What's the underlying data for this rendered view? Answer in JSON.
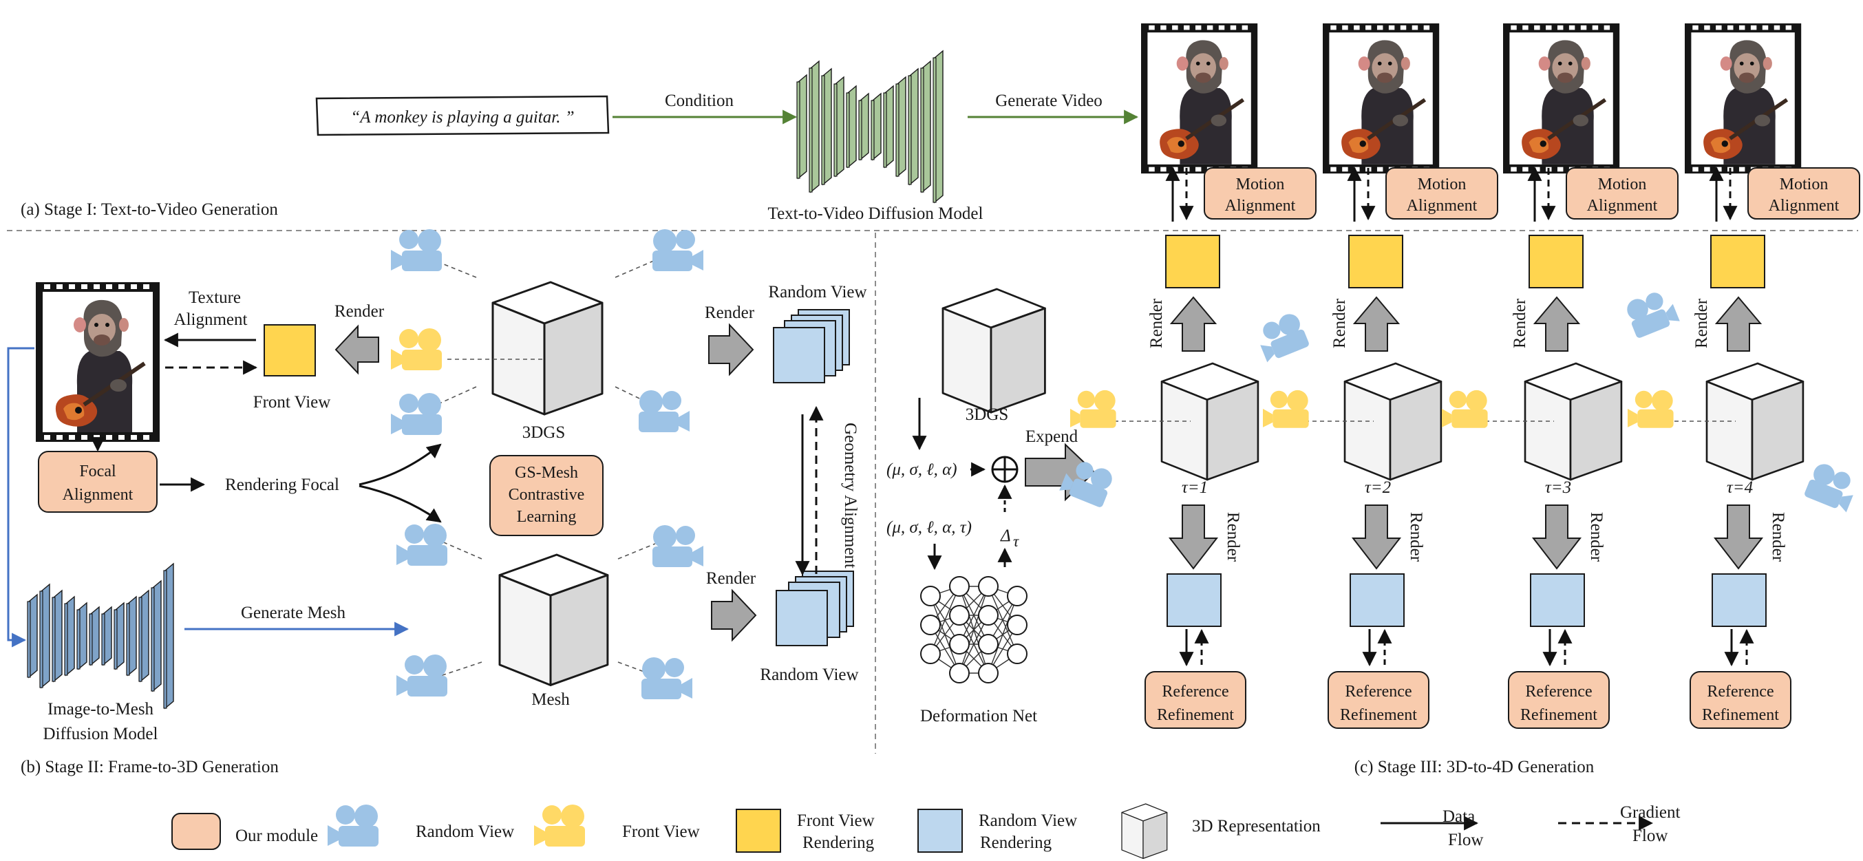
{
  "stage1": {
    "prompt": "“A monkey is playing a guitar. ”",
    "condition": "Condition",
    "generate_video": "Generate Video",
    "model_label": "Text-to-Video  Diffusion Model",
    "caption": "(a) Stage I: Text-to-Video Generation",
    "motion_line1": "Motion",
    "motion_line2": "Alignment"
  },
  "stage2": {
    "texture_line1": "Texture",
    "texture_line2": "Alignment",
    "render": "Render",
    "front_view": "Front View",
    "focal_line1": "Focal",
    "focal_line2": "Alignment",
    "rendering_focal": "Rendering Focal",
    "gs_line1": "GS-Mesh",
    "gs_line2": "Contrastive",
    "gs_line3": "Learning",
    "label_3dgs": "3DGS",
    "label_mesh": "Mesh",
    "random_view": "Random View",
    "geometry_alignment": "Geometry Alignment",
    "generate_mesh": "Generate Mesh",
    "i2m_line1": "Image-to-Mesh",
    "i2m_line2": "Diffusion Model",
    "caption": "(b) Stage II: Frame-to-3D Generation"
  },
  "stage3": {
    "label_3dgs": "3DGS",
    "params1": "(μ, σ, ℓ, α)",
    "params2": "(μ, σ, ℓ, α, τ)",
    "delta_symbol": "Δ",
    "delta_sub": "τ",
    "expend": "Expend",
    "deformation_net": "Deformation Net",
    "render": "Render",
    "ref_line1": "Reference",
    "ref_line2": "Refinement",
    "taus": [
      "τ=1",
      "τ=2",
      "τ=3",
      "τ=4"
    ],
    "caption": "(c) Stage III: 3D-to-4D Generation"
  },
  "legend": {
    "our_module": "Our module",
    "random_view": "Random View",
    "front_view": "Front View",
    "front_render_line1": "Front View",
    "front_render_line2": "Rendering",
    "random_render_line1": "Random View",
    "random_render_line2": "Rendering",
    "rep3d": "3D Representation",
    "data_line1": "Data",
    "data_line2": "Flow",
    "grad_line1": "Gradient",
    "grad_line2": "Flow"
  },
  "colors": {
    "module_fill": "#f8cbad",
    "front_square": "#ffd54f",
    "random_square": "#bdd7ee",
    "camera_blue": "#9dc3e6",
    "camera_yellow": "#ffd966",
    "video_unet": "#a9c79a",
    "mesh_unet": "#7fa3c8",
    "green_arrow": "#548235",
    "blue_arrow": "#4472c4",
    "gray_arrow": "#a6a6a6"
  }
}
